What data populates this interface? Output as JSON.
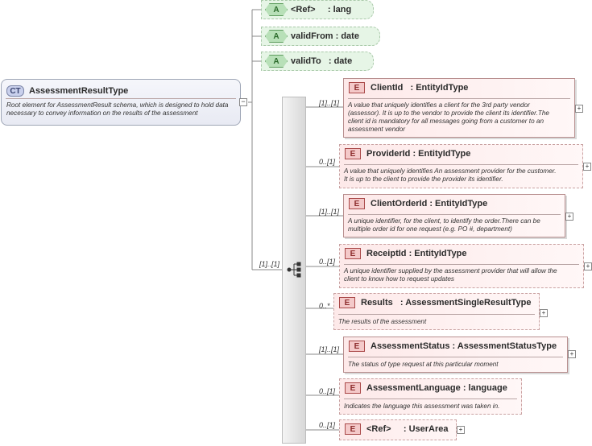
{
  "complex_type": {
    "badge": "CT",
    "name": "AssessmentResultType",
    "doc": "Root element for AssessmentResult schema, which is designed to hold data necessary to convey information on the results of the assessment"
  },
  "attributes": [
    {
      "badge": "A",
      "label": "<Ref>     : lang"
    },
    {
      "badge": "A",
      "label": "validFrom : date"
    },
    {
      "badge": "A",
      "label": "validTo   : date"
    }
  ],
  "sequence_cardinality": "[1]..[1]",
  "elements": [
    {
      "badge": "E",
      "name": "ClientId   : EntityIdType",
      "cardinality": "[1]..[1]",
      "required": true,
      "doc": [
        "A value that uniquely identifies a client for the 3rd party vendor",
        "(assessor). It is up to the vendor to provide the client its identifier.The",
        "client id is mandatory for all messages going from a customer to an",
        "assessment vendor"
      ]
    },
    {
      "badge": "E",
      "name": "ProviderId : EntityIdType",
      "cardinality": "0..[1]",
      "required": false,
      "doc": [
        "A value that uniquely identifies An assessment provider for the customer.",
        "It is up to the client to provide the provider its identifier."
      ]
    },
    {
      "badge": "E",
      "name": "ClientOrderId : EntityIdType",
      "cardinality": "[1]..[1]",
      "required": true,
      "doc": [
        "A unique identifier, for the client, to identify the order.There can be",
        "multiple order id for one request (e.g. PO #, department)"
      ]
    },
    {
      "badge": "E",
      "name": "ReceiptId : EntityIdType",
      "cardinality": "0..[1]",
      "required": false,
      "doc": [
        "A unique identifier supplied by the assessment provider that will allow the",
        "client to know how to request updates"
      ]
    },
    {
      "badge": "E",
      "name": "Results   : AssessmentSingleResultType",
      "cardinality": "0..*",
      "required": false,
      "doc": [
        "The results of the assessment"
      ]
    },
    {
      "badge": "E",
      "name": "AssessmentStatus : AssessmentStatusType",
      "cardinality": "[1]..[1]",
      "required": true,
      "doc": [
        "The status of type request at this particular moment"
      ]
    },
    {
      "badge": "E",
      "name": "AssessmentLanguage : language",
      "cardinality": "0..[1]",
      "required": false,
      "doc": [
        "Indicates the language this assessment was taken in."
      ]
    },
    {
      "badge": "E",
      "name": "<Ref>     : UserArea",
      "cardinality": "0..[1]",
      "required": false,
      "doc": []
    }
  ],
  "colors": {
    "element_fill": "#fde9e9",
    "attribute_fill": "#e6f5e6",
    "complex_type_fill": "#e8eaf3",
    "connector": "#8a8a8a"
  },
  "icons": {
    "expand": "plus-icon",
    "collapse": "minus-icon",
    "sequence": "sequence-icon"
  }
}
